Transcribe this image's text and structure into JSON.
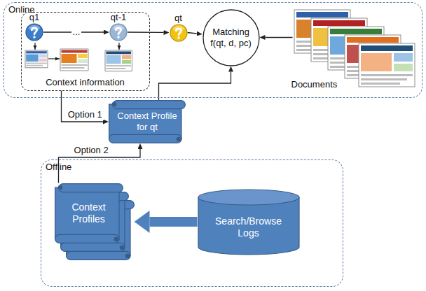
{
  "diagram": {
    "nodes": [
      {
        "text": [
          "Online"
        ]
      },
      {
        "text": [
          "Context information"
        ],
        "in": 0
      },
      {
        "text": [
          "q1"
        ],
        "in": 1
      },
      {
        "text": [
          "qt-1"
        ],
        "in": 1
      },
      {
        "text": [
          "qt"
        ],
        "in": 0
      },
      {
        "text": [
          "Matching f(qt, d, pc)"
        ],
        "in": 0
      },
      {
        "text": [
          "Documents"
        ],
        "in": 0
      },
      {
        "text": [
          "Context Profile for qt"
        ]
      },
      {
        "text": [
          "Offline"
        ]
      },
      {
        "text": [
          "Context Profiles"
        ],
        "in": 8
      },
      {
        "text": [
          "Search/Browse Logs"
        ],
        "in": 8
      }
    ],
    "edges": [
      {
        "from": 2,
        "to": 3,
        "arrow": "to",
        "label": "..."
      },
      {
        "from": 3,
        "to": 4,
        "arrow": "to"
      },
      {
        "from": 4,
        "to": 5,
        "arrow": "to"
      },
      {
        "from": 6,
        "to": 5,
        "arrow": "to"
      },
      {
        "from": 7,
        "to": 5,
        "arrow": "to"
      },
      {
        "from": 1,
        "to": 7,
        "arrow": "to",
        "label": "Option 1"
      },
      {
        "from": 9,
        "to": 7,
        "arrow": "to",
        "label": "Option 2"
      },
      {
        "from": 10,
        "to": 9,
        "arrow": "to"
      }
    ]
  }
}
